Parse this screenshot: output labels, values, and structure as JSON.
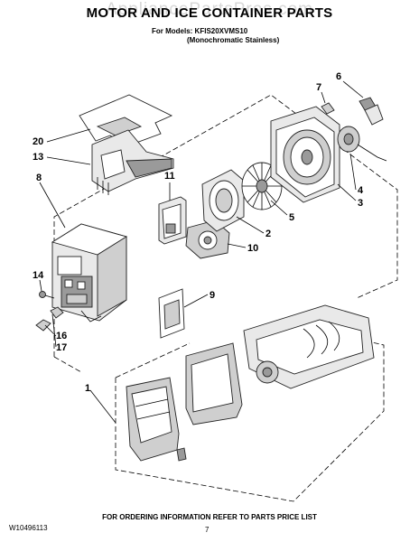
{
  "header": {
    "watermark": "AppliancePartsPros.com",
    "title": "MOTOR AND ICE CONTAINER PARTS",
    "model_line": "For Models: KFIS20XVMS10",
    "color_line": "(Monochromatic Stainless)"
  },
  "callouts": [
    "20",
    "13",
    "8",
    "14",
    "16",
    "17",
    "1",
    "11",
    "10",
    "9",
    "2",
    "5",
    "3",
    "4",
    "6",
    "7"
  ],
  "footer": {
    "doc_number": "W10496113",
    "ordering_note": "FOR ORDERING INFORMATION REFER TO PARTS PRICE LIST",
    "page": "7"
  }
}
